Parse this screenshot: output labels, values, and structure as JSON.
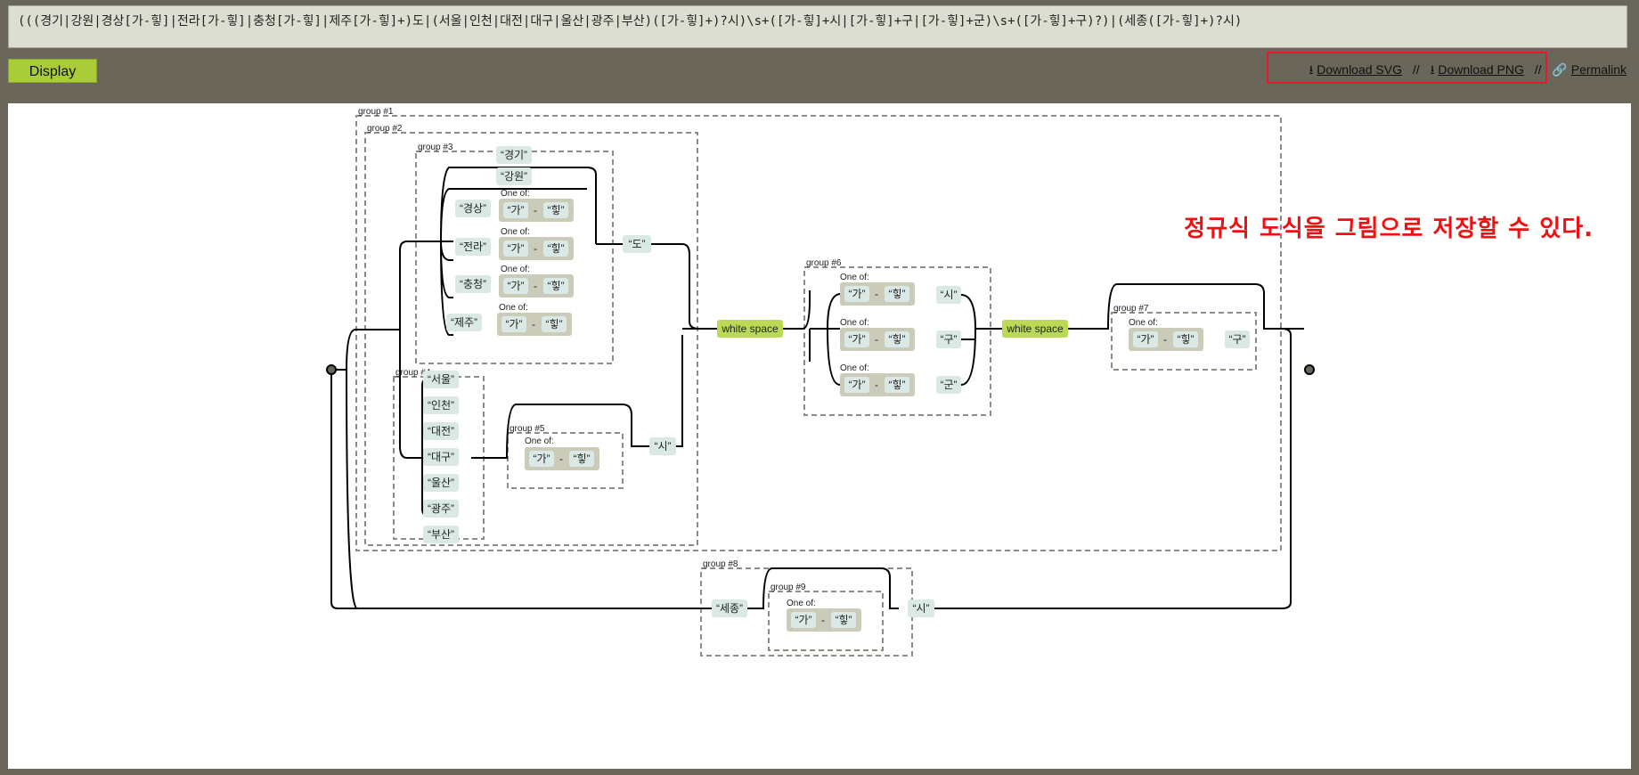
{
  "input": {
    "value": "(((경기|강원|경상[가-힣]|전라[가-힣]|충청[가-힣]|제주[가-힣]+)도|(서울|인천|대전|대구|울산|광주|부산)([가-힣]+)?시)\\s+([가-힣]+시|[가-힣]+구|[가-힣]+군)\\s+([가-힣]+구)?)|(세종([가-힣]+)?시)"
  },
  "toolbar": {
    "display_label": "Display",
    "download_svg_label": "Download SVG",
    "download_png_label": "Download PNG",
    "permalink_label": "Permalink",
    "separator": "//",
    "highlight_color": "#e8192c"
  },
  "note": {
    "text": "정규식 도식을 그림으로 저장할 수 있다.",
    "color": "#ee1111"
  },
  "diagram": {
    "groups": [
      "group #1",
      "group #2",
      "group #3",
      "group #4",
      "group #5",
      "group #6",
      "group #7",
      "group #8",
      "group #9"
    ],
    "one_of": "One of:",
    "whitespace": "white space",
    "dash": "-",
    "ga": "“가”",
    "hih": "“힣”",
    "do": "“도”",
    "si": "“시”",
    "gu": "“구”",
    "gun": "“군”",
    "sejong": "“세종”",
    "g3": [
      "“경기”",
      "“강원”",
      "“경상”",
      "“전라”",
      "“충청”",
      "“제주”"
    ],
    "g4": [
      "“서울”",
      "“인천”",
      "“대전”",
      "“대구”",
      "“울산”",
      "“광주”",
      "“부산”"
    ]
  }
}
